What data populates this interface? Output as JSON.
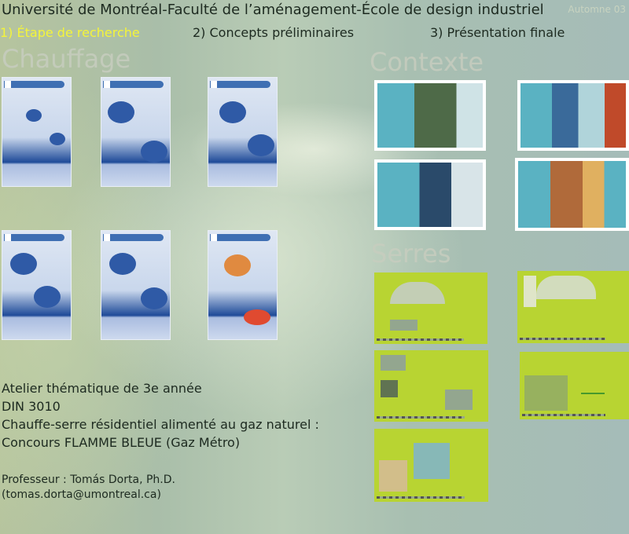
{
  "header": {
    "title": "Université de Montréal-Faculté de l’aménagement-École de design industriel",
    "season": "Automne 03"
  },
  "tabs": [
    {
      "label": "1) Étape de recherche",
      "active": true
    },
    {
      "label": "2) Concepts préliminaires",
      "active": false
    },
    {
      "label": "3) Présentation finale",
      "active": false
    }
  ],
  "sections": {
    "chauffage": "Chauffage",
    "contexte": "Contexte",
    "serres": "Serres"
  },
  "info": {
    "line1": "Atelier thématique de 3e année",
    "line2": "DIN 3010",
    "line3": "Chauffe-serre résidentiel alimenté au gaz naturel :",
    "line4": "Concours FLAMME BLEUE (Gaz Métro)",
    "professor": "Professeur :  Tomás Dorta, Ph.D.",
    "email": "(tomas.dorta@umontreal.ca)"
  },
  "colors": {
    "active_tab": "#f4f43a",
    "poster_blue": "#2f5aa6",
    "serre_green": "#b8d432"
  }
}
